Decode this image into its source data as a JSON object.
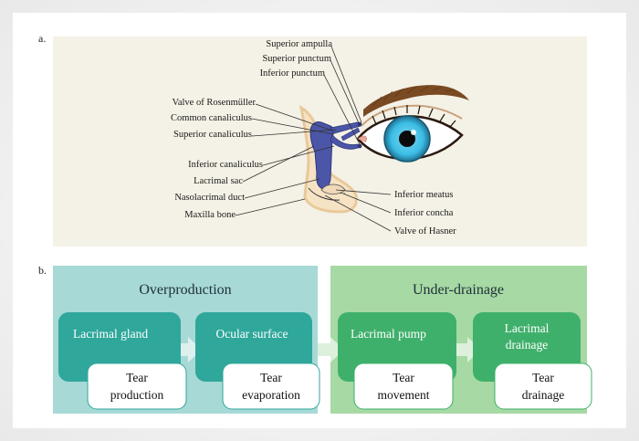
{
  "panel_a": {
    "letter": "a.",
    "labels": {
      "superior_ampulla": "Superior ampulla",
      "superior_punctum": "Superior punctum",
      "inferior_punctum": "Inferior punctum",
      "valve_rosenmuller": "Valve of Rosenmüller",
      "common_canaliculus": "Common canaliculus",
      "superior_canaliculus": "Superior canaliculus",
      "inferior_canaliculus": "Inferior canaliculus",
      "lacrimal_sac": "Lacrimal sac",
      "nasolacrimal_duct": "Nasolacrimal duct",
      "maxilla_bone": "Maxilla bone",
      "inferior_meatus": "Inferior meatus",
      "inferior_concha": "Inferior concha",
      "valve_hasner": "Valve of Hasner"
    }
  },
  "panel_b": {
    "letter": "b.",
    "overproduction": {
      "title": "Overproduction",
      "box1": "Lacrimal gland",
      "box1_sub": [
        "Tear",
        "production"
      ],
      "box2": "Ocular surface",
      "box2_sub": [
        "Tear",
        "evaporation"
      ]
    },
    "underdrainage": {
      "title": "Under-drainage",
      "box1": "Lacrimal pump",
      "box1_sub": [
        "Tear",
        "movement"
      ],
      "box2": [
        "Lacrimal",
        "drainage"
      ],
      "box2_sub": [
        "Tear",
        "drainage"
      ]
    }
  },
  "colors": {
    "teal_panel": "#a7d9d6",
    "teal_box": "#2fa79b",
    "green_panel": "#a6d9a3",
    "green_box": "#3fb06b",
    "beige": "#f4f1e6",
    "duct": "#4b56a8"
  }
}
